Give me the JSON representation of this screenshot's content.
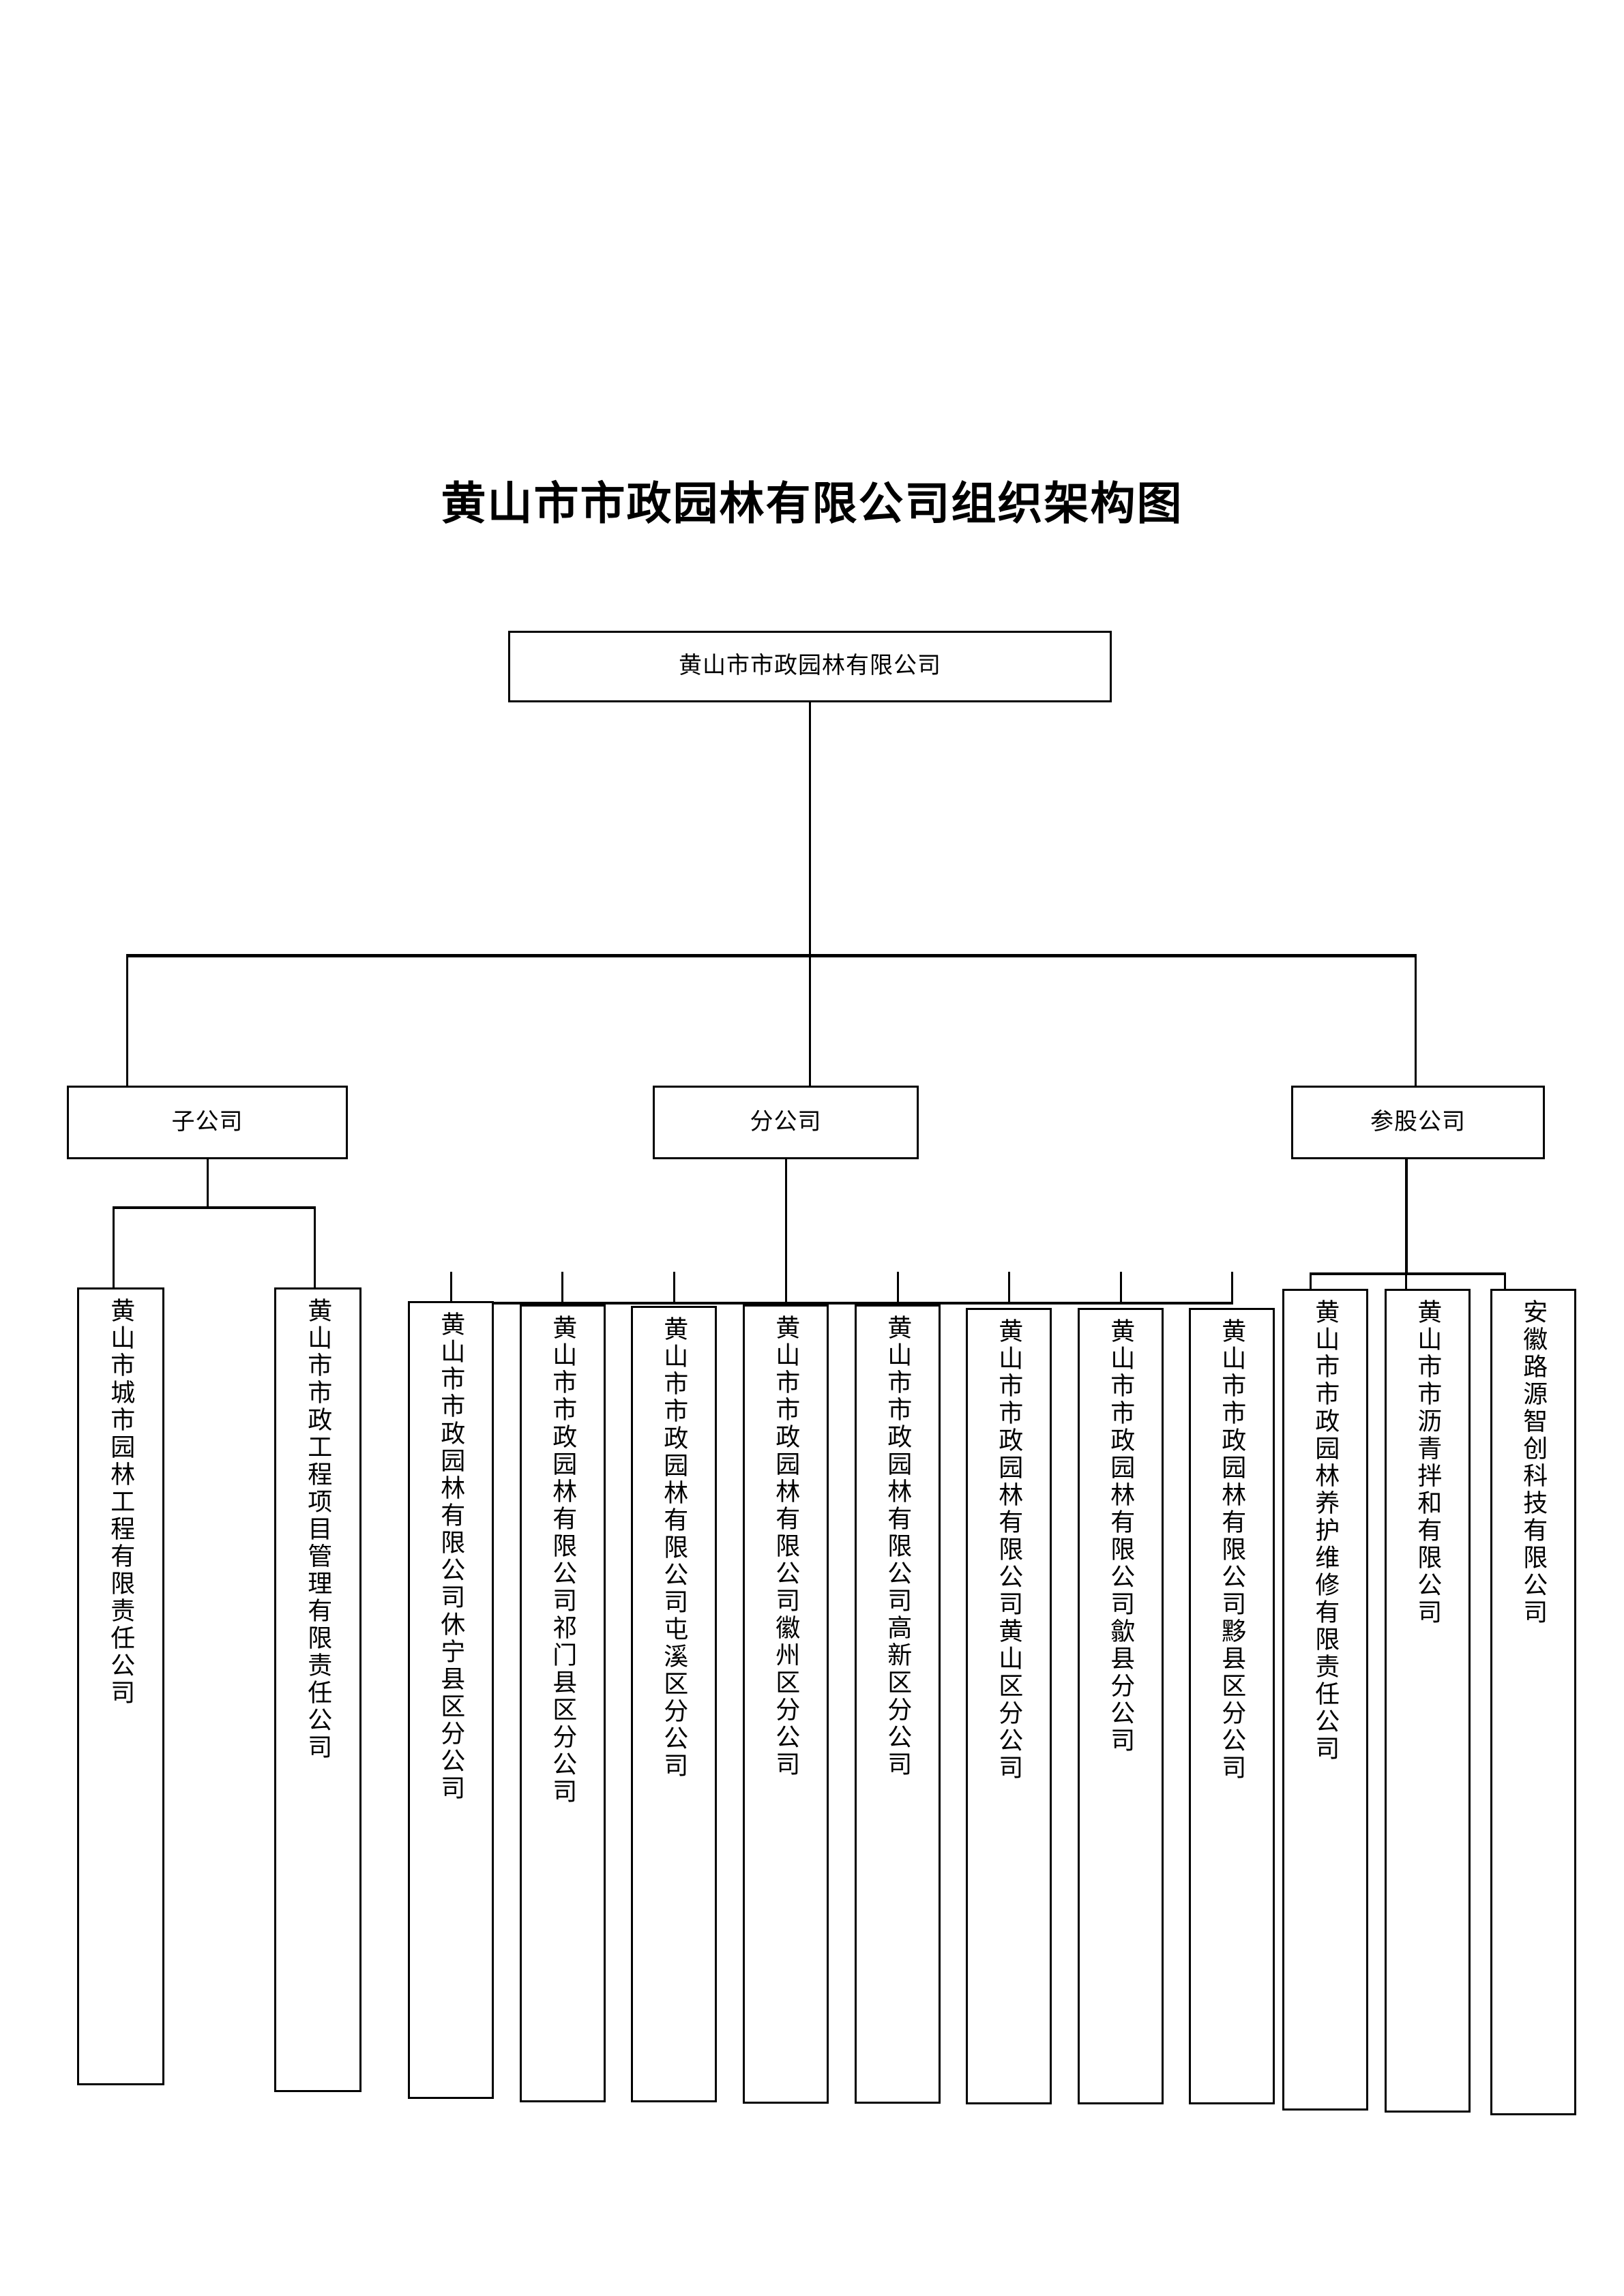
{
  "title": "黄山市市政园林有限公司组织架构图",
  "root": {
    "label": "黄山市市政园林有限公司"
  },
  "categories": [
    {
      "label": "子公司"
    },
    {
      "label": "分公司"
    },
    {
      "label": "参股公司"
    }
  ],
  "subsidiaries": [
    {
      "label": "黄山市城市园林工程有限责任公司"
    },
    {
      "label": "黄山市市政工程项目管理有限责任公司"
    }
  ],
  "branches": [
    {
      "label": "黄山市市政园林有限公司休宁县区分公司"
    },
    {
      "label": "黄山市市政园林有限公司祁门县区分公司"
    },
    {
      "label": "黄山市市政园林有限公司屯溪区分公司"
    },
    {
      "label": "黄山市市政园林有限公司徽州区分公司"
    },
    {
      "label": "黄山市市政园林有限公司高新区分公司"
    },
    {
      "label": "黄山市市政园林有限公司黄山区分公司"
    },
    {
      "label": "黄山市市政园林有限公司歙县分公司"
    },
    {
      "label": "黄山市市政园林有限公司黟县区分公司"
    }
  ],
  "affiliates": [
    {
      "label": "黄山市市政园林养护维修有限责任公司"
    },
    {
      "label": "黄山市市沥青拌和有限公司"
    },
    {
      "label": "安徽路源智创科技有限公司"
    }
  ],
  "colors": {
    "line": "#000000",
    "box_border": "#000000",
    "background": "#ffffff",
    "text": "#000000"
  }
}
